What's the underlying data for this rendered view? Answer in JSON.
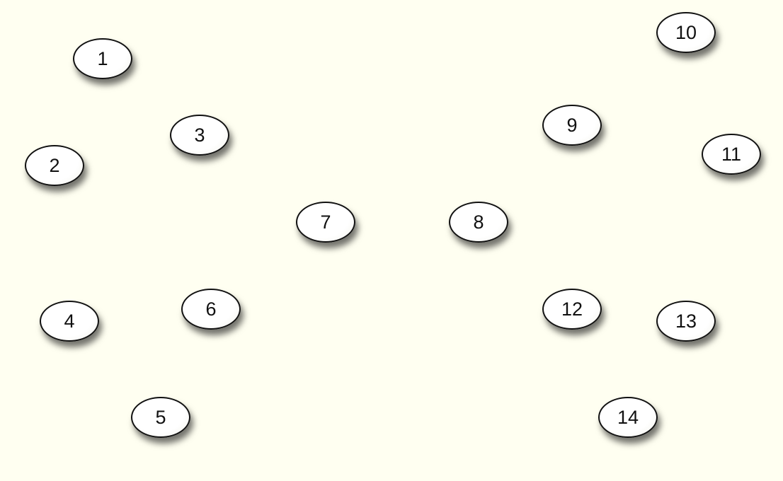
{
  "nodes": [
    {
      "label": "1"
    },
    {
      "label": "2"
    },
    {
      "label": "3"
    },
    {
      "label": "4"
    },
    {
      "label": "5"
    },
    {
      "label": "6"
    },
    {
      "label": "7"
    },
    {
      "label": "8"
    },
    {
      "label": "9"
    },
    {
      "label": "10"
    },
    {
      "label": "11"
    },
    {
      "label": "12"
    },
    {
      "label": "13"
    },
    {
      "label": "14"
    }
  ],
  "colors": {
    "background": "#fffff1",
    "node_fill": "#ffffff",
    "node_stroke": "#111111"
  }
}
